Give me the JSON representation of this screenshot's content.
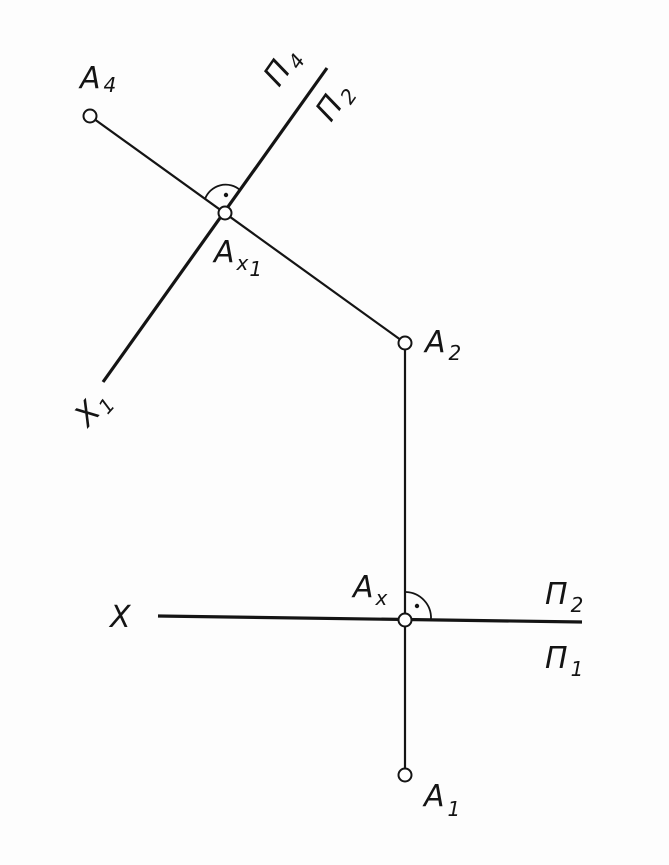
{
  "labels": {
    "A4": {
      "main": "A",
      "sub": "4"
    },
    "Ax1": {
      "main": "A",
      "sub": "x",
      "sub2": "1"
    },
    "A2": {
      "main": "A",
      "sub": "2"
    },
    "Ax": {
      "main": "A",
      "sub": "x"
    },
    "A1": {
      "main": "A",
      "sub": "1"
    },
    "X": {
      "main": "X"
    },
    "X1": {
      "main": "X",
      "sub": "1"
    },
    "P4_top": {
      "main": "П",
      "sub": "4"
    },
    "P2_top": {
      "main": "П",
      "sub": "2"
    },
    "P2_right": {
      "main": "П",
      "sub": "2"
    },
    "P1_right": {
      "main": "П",
      "sub": "1"
    }
  },
  "colors": {
    "ink": "#141414",
    "paper": "#fdfdfd"
  }
}
